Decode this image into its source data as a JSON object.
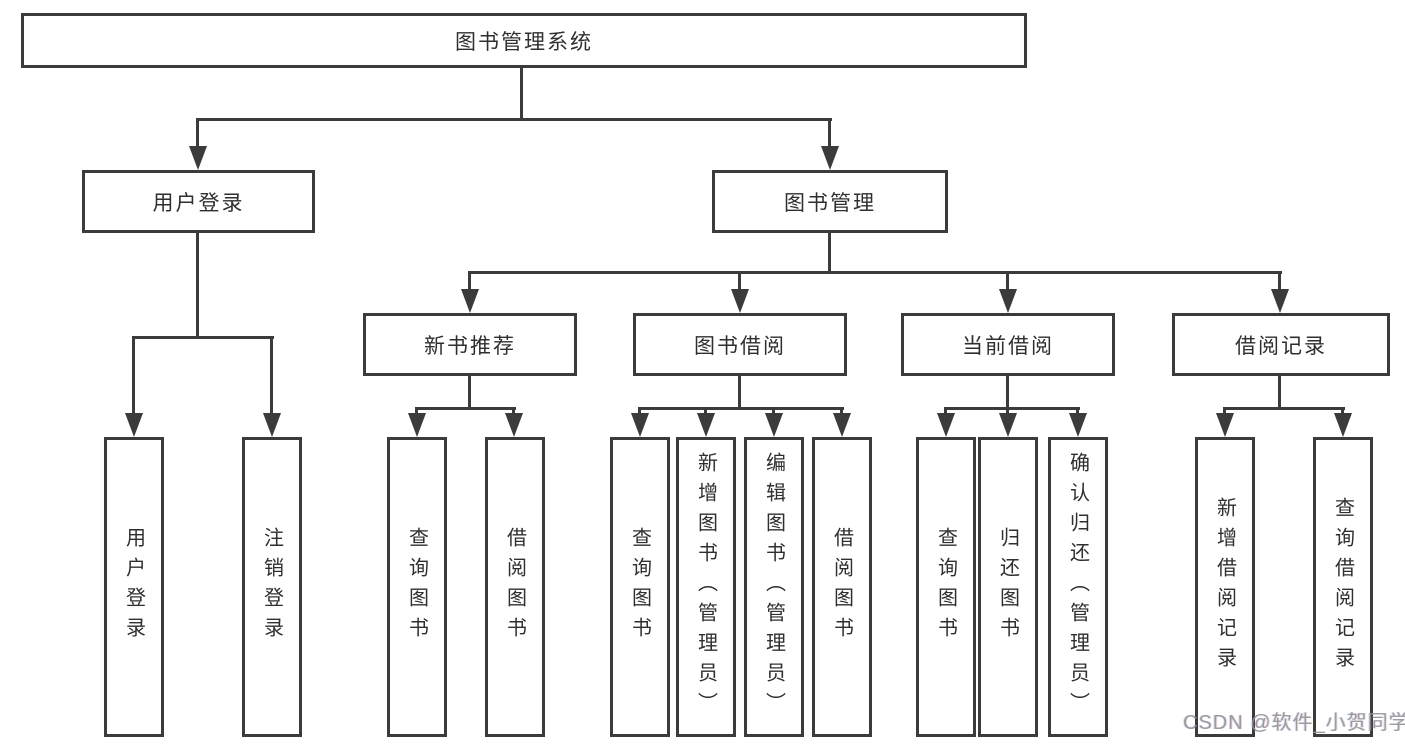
{
  "colors": {
    "line": "#3b3b3b",
    "text": "#2f2f2f",
    "background": "#ffffff",
    "watermark": "#8f9399"
  },
  "watermark": {
    "text": "CSDN @软件_小贺同学"
  },
  "diagram": {
    "type": "hierarchy-flowchart",
    "root": {
      "label": "图书管理系统",
      "children": [
        {
          "label": "用户登录",
          "children": [
            {
              "label": "用户登录"
            },
            {
              "label": "注销登录"
            }
          ]
        },
        {
          "label": "图书管理",
          "children": [
            {
              "label": "新书推荐",
              "children": [
                {
                  "label": "查询图书"
                },
                {
                  "label": "借阅图书"
                }
              ]
            },
            {
              "label": "图书借阅",
              "children": [
                {
                  "label": "查询图书"
                },
                {
                  "label": "新增图书（管理员）"
                },
                {
                  "label": "编辑图书（管理员）"
                },
                {
                  "label": "借阅图书"
                }
              ]
            },
            {
              "label": "当前借阅",
              "children": [
                {
                  "label": "查询图书"
                },
                {
                  "label": "归还图书"
                },
                {
                  "label": "确认归还（管理员）"
                }
              ]
            },
            {
              "label": "借阅记录",
              "children": [
                {
                  "label": "新增借阅记录"
                },
                {
                  "label": "查询借阅记录"
                }
              ]
            }
          ]
        }
      ]
    }
  }
}
